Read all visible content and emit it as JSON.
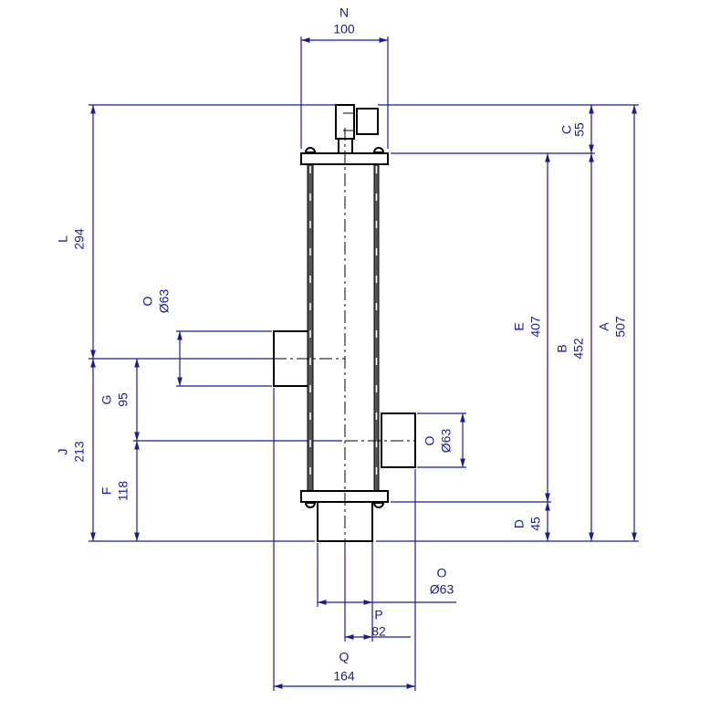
{
  "title": "Dimension drawing",
  "colors": {
    "dimension": "#1a1a9a",
    "object": "#000000"
  },
  "dimensions": {
    "N": {
      "label": "N",
      "value": "100"
    },
    "C": {
      "label": "C",
      "value": "55"
    },
    "E": {
      "label": "E",
      "value": "407"
    },
    "B": {
      "label": "B",
      "value": "452"
    },
    "A": {
      "label": "A",
      "value": "507"
    },
    "D": {
      "label": "D",
      "value": "45"
    },
    "L": {
      "label": "L",
      "value": "294"
    },
    "J": {
      "label": "J",
      "value": "213"
    },
    "G": {
      "label": "G",
      "value": "95"
    },
    "F": {
      "label": "F",
      "value": "118"
    },
    "O_left": {
      "label": "O",
      "value": "Ø63"
    },
    "O_right": {
      "label": "O",
      "value": "Ø63"
    },
    "O_bottom": {
      "label": "O",
      "value": "Ø63"
    },
    "P": {
      "label": "P",
      "value": "82"
    },
    "Q": {
      "label": "Q",
      "value": "164"
    }
  }
}
